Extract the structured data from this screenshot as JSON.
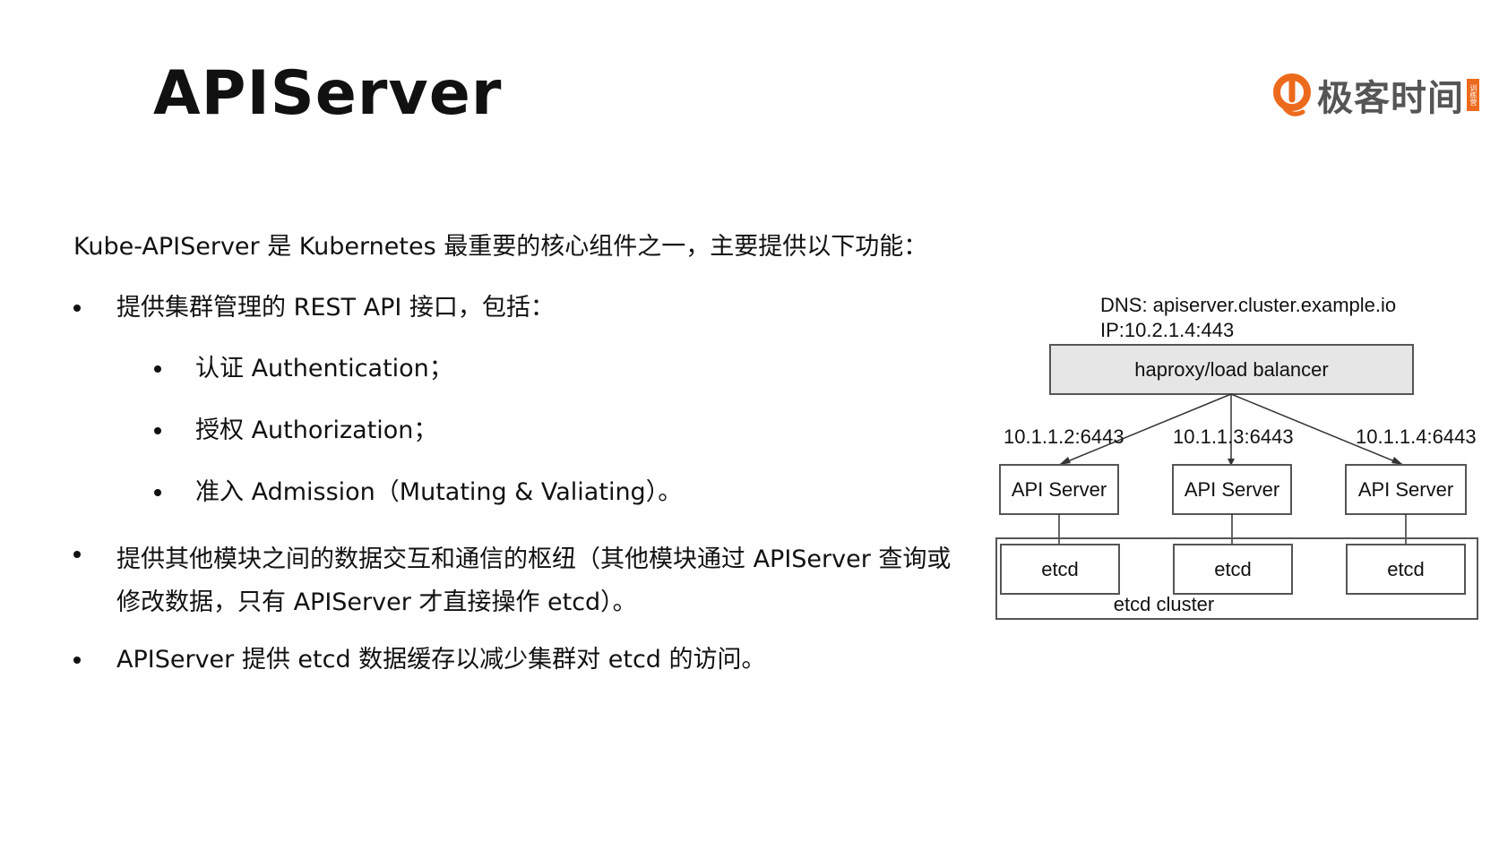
{
  "title": "APIServer",
  "logo": {
    "text": "极客时间",
    "tag": "训练营",
    "brand_color": "#ec6a1c"
  },
  "intro": "Kube-APIServer 是 Kubernetes 最重要的核心组件之一，主要提供以下功能：",
  "bullets": [
    {
      "text": "提供集群管理的 REST API 接口，包括："
    },
    {
      "text": "提供其他模块之间的数据交互和通信的枢纽（其他模块通过 APIServer 查询或修改数据，只有 APIServer 才直接操作 etcd）。"
    },
    {
      "text": "APIServer 提供 etcd 数据缓存以减少集群对 etcd 的访问。"
    }
  ],
  "sub_bullets": [
    {
      "text": "认证 Authentication；"
    },
    {
      "text": "授权 Authorization；"
    },
    {
      "text": "准入 Admission（Mutating & Valiating）。"
    }
  ],
  "diagram": {
    "dns_label": "DNS: apiserver.cluster.example.io",
    "ip_label": "IP:10.2.1.4:443",
    "load_balancer": "haproxy/load balancer",
    "endpoints": [
      "10.1.1.2:6443",
      "10.1.1.3:6443",
      "10.1.1.4:6443"
    ],
    "api_servers": [
      "API Server",
      "API Server",
      "API Server"
    ],
    "etcd_nodes": [
      "etcd",
      "etcd",
      "etcd"
    ],
    "etcd_cluster_label": "etcd cluster",
    "lb_fill": "#e6e6e6"
  }
}
